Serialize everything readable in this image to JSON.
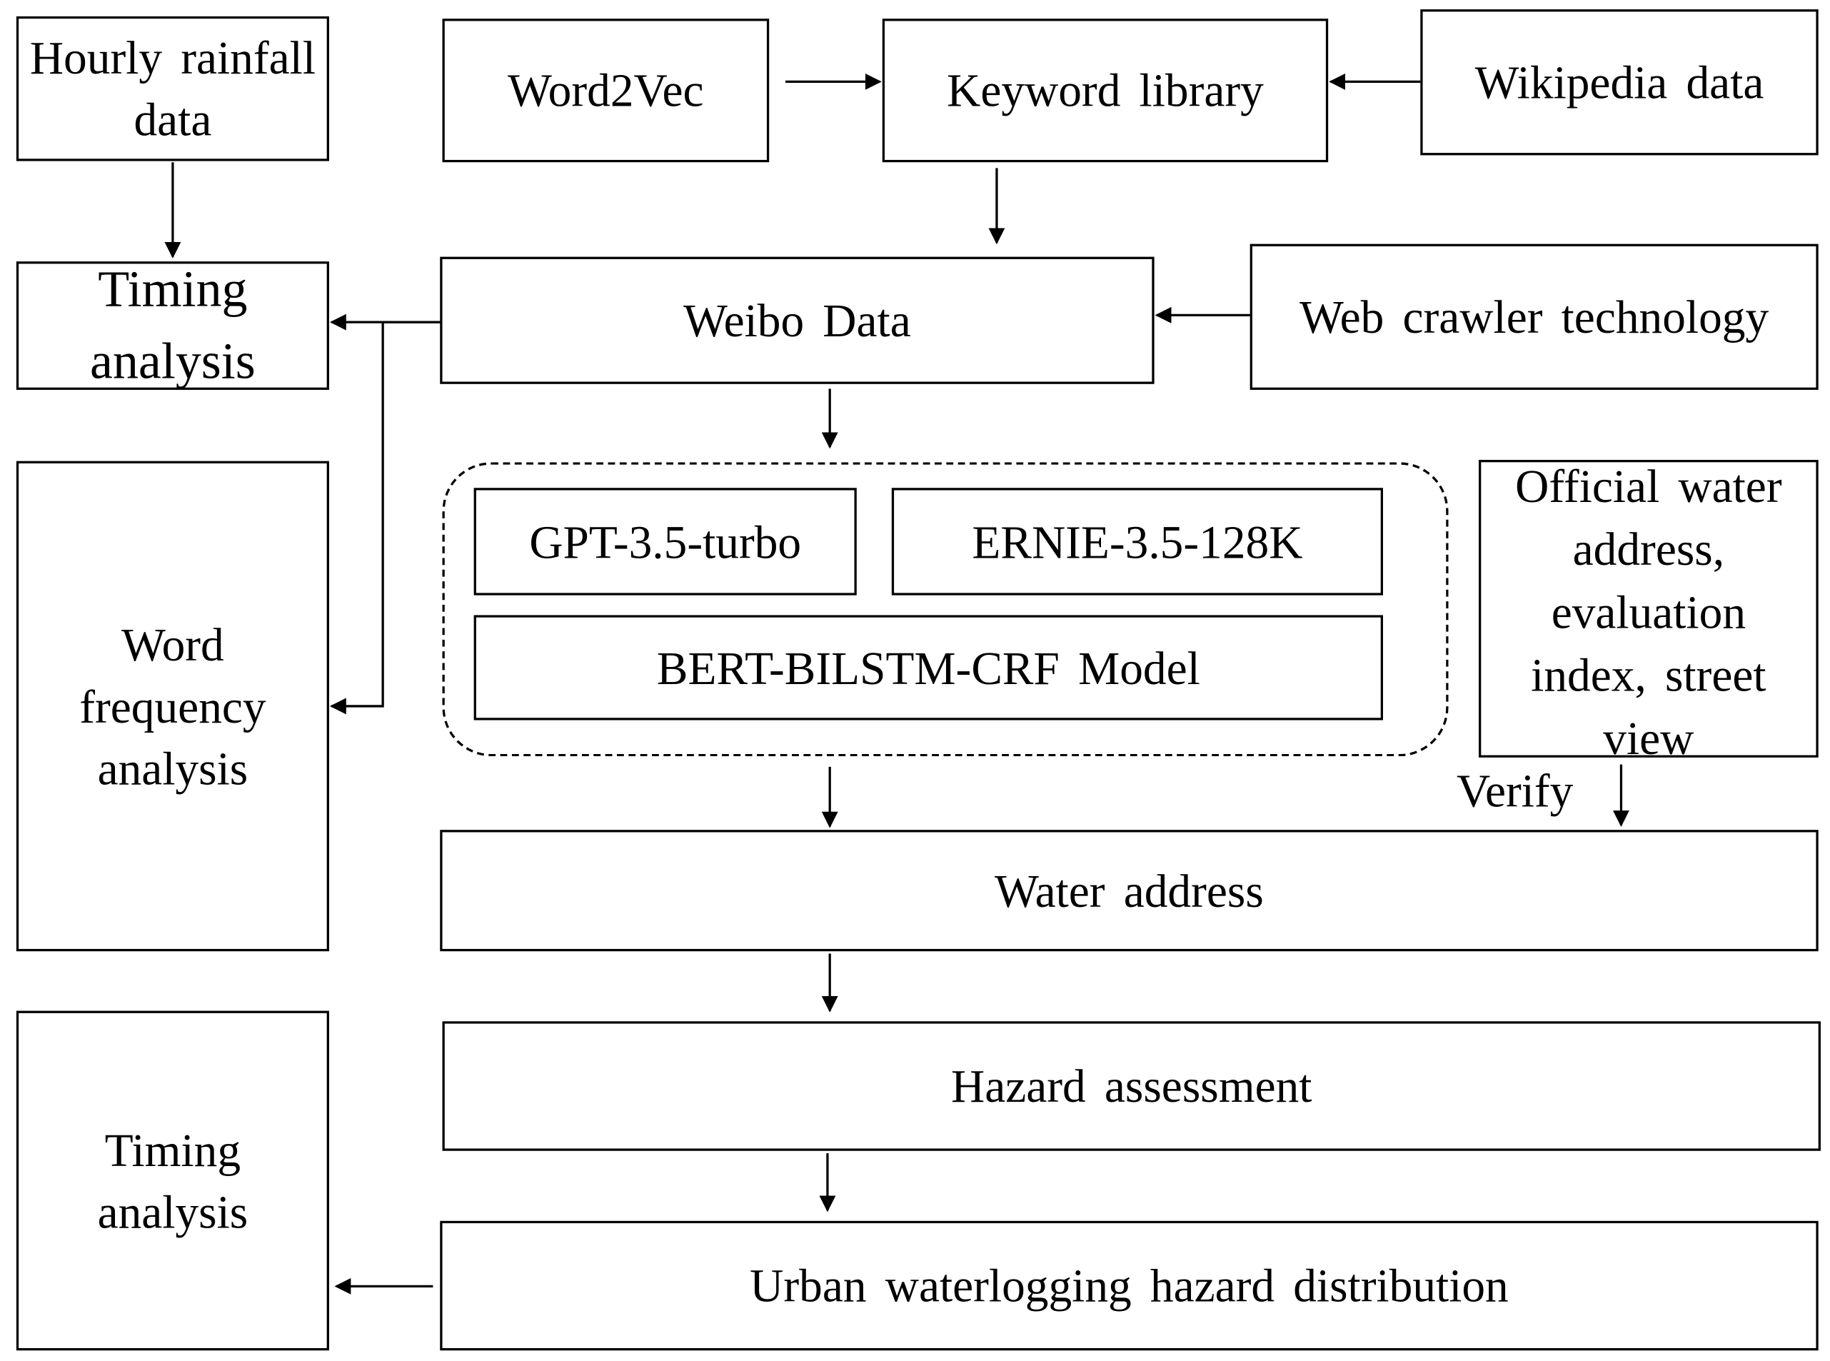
{
  "nodes": {
    "hourly_rainfall": "Hourly rainfall data",
    "word2vec": "Word2Vec",
    "keyword_library": "Keyword library",
    "wikipedia": "Wikipedia data",
    "timing_analysis_top": "Timing analysis",
    "weibo": "Weibo Data",
    "web_crawler": "Web crawler technology",
    "word_frequency": "Word frequency analysis",
    "gpt": "GPT-3.5-turbo",
    "ernie": "ERNIE-3.5-128K",
    "bert": "BERT-BILSTM-CRF Model",
    "official": "Official water address, evaluation index, street view",
    "water_address": "Water address",
    "hazard_assessment": "Hazard assessment",
    "timing_analysis_bottom": "Timing analysis",
    "hazard_distribution": "Urban waterlogging hazard distribution"
  },
  "edge_labels": {
    "verify": "Verify"
  }
}
